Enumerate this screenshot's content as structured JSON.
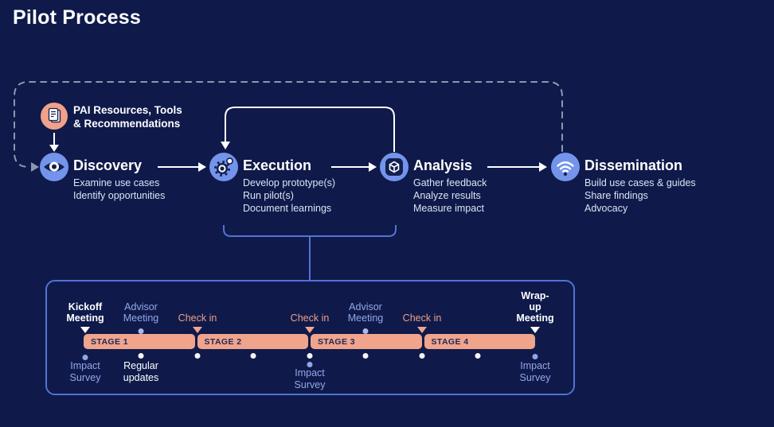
{
  "title": "Pilot Process",
  "colors": {
    "background": "#0f1a4a",
    "accent_salmon": "#f0a48c",
    "accent_periwinkle": "#7494eb",
    "label_periwinkle": "#93a7e9",
    "label_salmon": "#ef9f87",
    "outline_blue": "#5272d4",
    "glyph_navy": "#13204f",
    "white": "#ffffff"
  },
  "resources": {
    "icon": "document-icon",
    "label": "PAI Resources, Tools\n& Recommendations"
  },
  "phases": [
    {
      "name": "Discovery",
      "icon": "eye-icon",
      "bullets": [
        "Examine use cases",
        "Identify opportunities"
      ]
    },
    {
      "name": "Execution",
      "icon": "gear-icon",
      "bullets": [
        "Develop prototype(s)",
        "Run pilot(s)",
        "Document learnings"
      ]
    },
    {
      "name": "Analysis",
      "icon": "cube-icon",
      "bullets": [
        "Gather feedback",
        "Analyze results",
        "Measure impact"
      ]
    },
    {
      "name": "Dissemination",
      "icon": "broadcast-icon",
      "bullets": [
        "Build use cases & guides",
        "Share findings",
        "Advocacy"
      ]
    }
  ],
  "timeline": {
    "stages": [
      {
        "label": "STAGE 1"
      },
      {
        "label": "STAGE 2"
      },
      {
        "label": "STAGE 3"
      },
      {
        "label": "STAGE 4"
      }
    ],
    "events_above": [
      {
        "label": "Kickoff\nMeeting",
        "marker": "triangle-down",
        "color": "white"
      },
      {
        "label": "Advisor\nMeeting",
        "marker": "dot",
        "color": "periwinkle"
      },
      {
        "label": "Check in",
        "marker": "triangle-down",
        "color": "salmon"
      },
      {
        "label": "Check in",
        "marker": "triangle-down",
        "color": "salmon"
      },
      {
        "label": "Advisor\nMeeting",
        "marker": "dot",
        "color": "periwinkle"
      },
      {
        "label": "Check in",
        "marker": "triangle-down",
        "color": "salmon"
      },
      {
        "label": "Wrap-up\nMeeting",
        "marker": "triangle-down",
        "color": "white"
      }
    ],
    "events_below": [
      {
        "label": "Impact\nSurvey",
        "marker": "dot",
        "color": "periwinkle"
      },
      {
        "label": "Regular\nupdates",
        "marker": "dot",
        "color": "white"
      },
      {
        "label": "Impact\nSurvey",
        "marker": "dot",
        "color": "periwinkle"
      },
      {
        "label": "Impact\nSurvey",
        "marker": "dot",
        "color": "periwinkle"
      }
    ]
  }
}
